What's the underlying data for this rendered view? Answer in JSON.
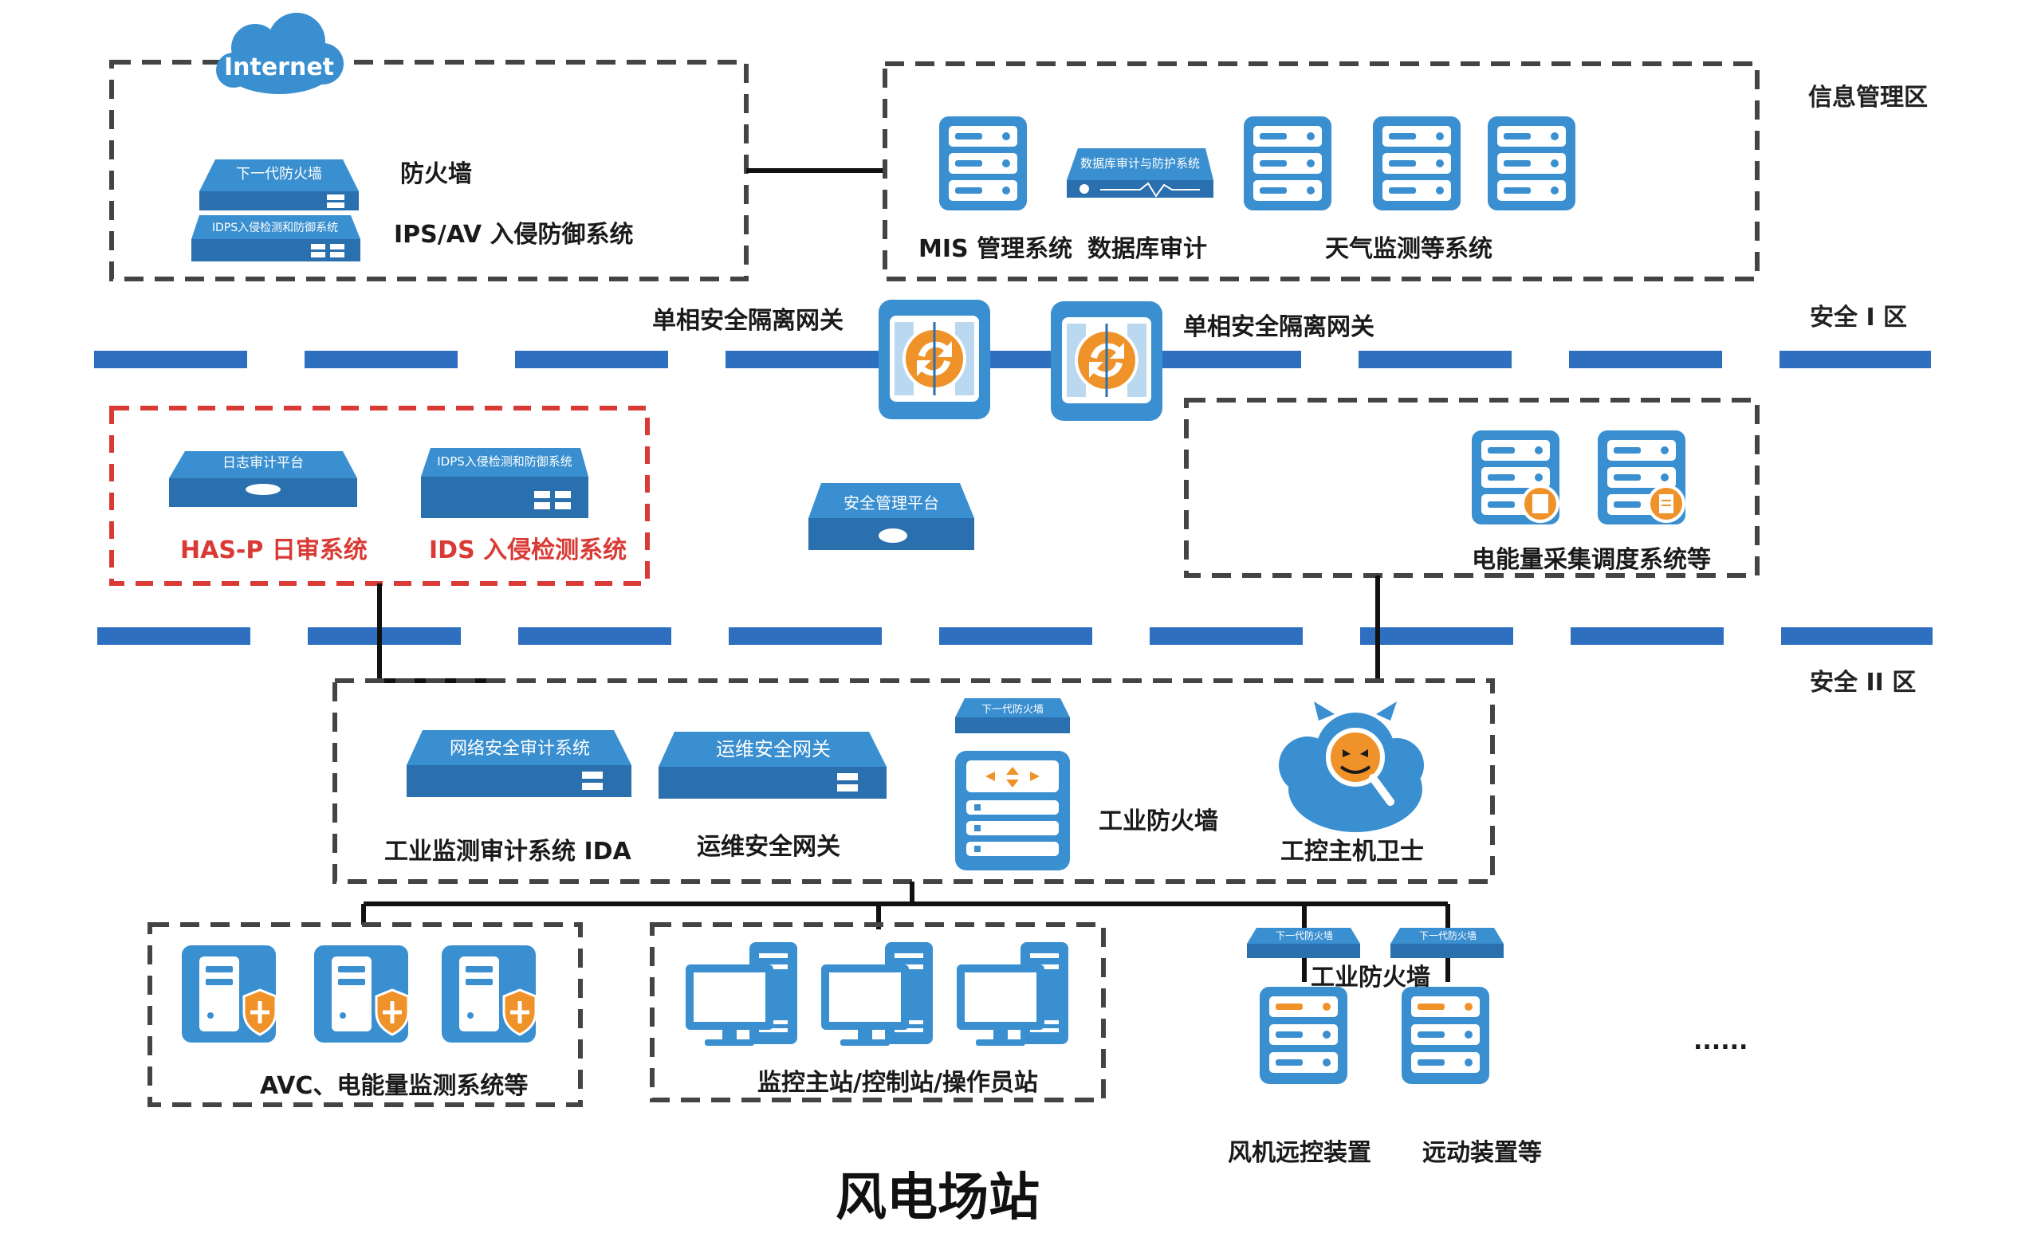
{
  "title": "风电场站",
  "zones": {
    "info_mgmt": "信息管理区",
    "safety_1": "安全 I 区",
    "safety_2": "安全 II 区"
  },
  "internet": "Internet",
  "top_left": {
    "firewall_device": "下一代防火墙",
    "ips_device": "IDPS入侵检测和防御系统",
    "firewall_label": "防火墙",
    "ips_label": "IPS/AV 入侵防御系统"
  },
  "top_right": {
    "db_device": "数据库审计与防护系统",
    "mis_label": "MIS 管理系统",
    "db_label": "数据库审计",
    "weather_label": "天气监测等系统"
  },
  "gateway": {
    "left_label": "单相安全隔离网关",
    "right_label": "单相安全隔离网关"
  },
  "zone1_left": {
    "log_device": "日志审计平台",
    "ids_device": "IDPS入侵检测和防御系统",
    "hasp_label": "HAS-P 日审系统",
    "ids_label": "IDS 入侵检测系统"
  },
  "security_platform": "安全管理平台",
  "zone1_right": {
    "energy_label": "电能量采集调度系统等"
  },
  "zone2": {
    "net_audit_device": "网络安全审计系统",
    "ops_gateway_device": "运维安全网关",
    "nextgen_fw_device": "下一代防火墙",
    "ida_label": "工业监测审计系统 IDA",
    "ops_gateway_label": "运维安全网关",
    "ind_fw_label": "工业防火墙",
    "host_guard_label": "工控主机卫士"
  },
  "bottom": {
    "avc_label": "AVC、电能量监测系统等",
    "monitor_label": "监控主站/控制站/操作员站",
    "fw_small_1": "下一代防火墙",
    "fw_small_2": "下一代防火墙",
    "ind_fw_label": "工业防火墙",
    "turbine_label": "风机远控装置",
    "telecontrol_label": "远动装置等",
    "ellipsis": "......"
  },
  "colors": {
    "device_blue": "#3a8fd0",
    "device_dark": "#2a6fae",
    "zone_line": "#2f6fc0",
    "red_dash": "#d93a35",
    "orange": "#f0922a"
  }
}
